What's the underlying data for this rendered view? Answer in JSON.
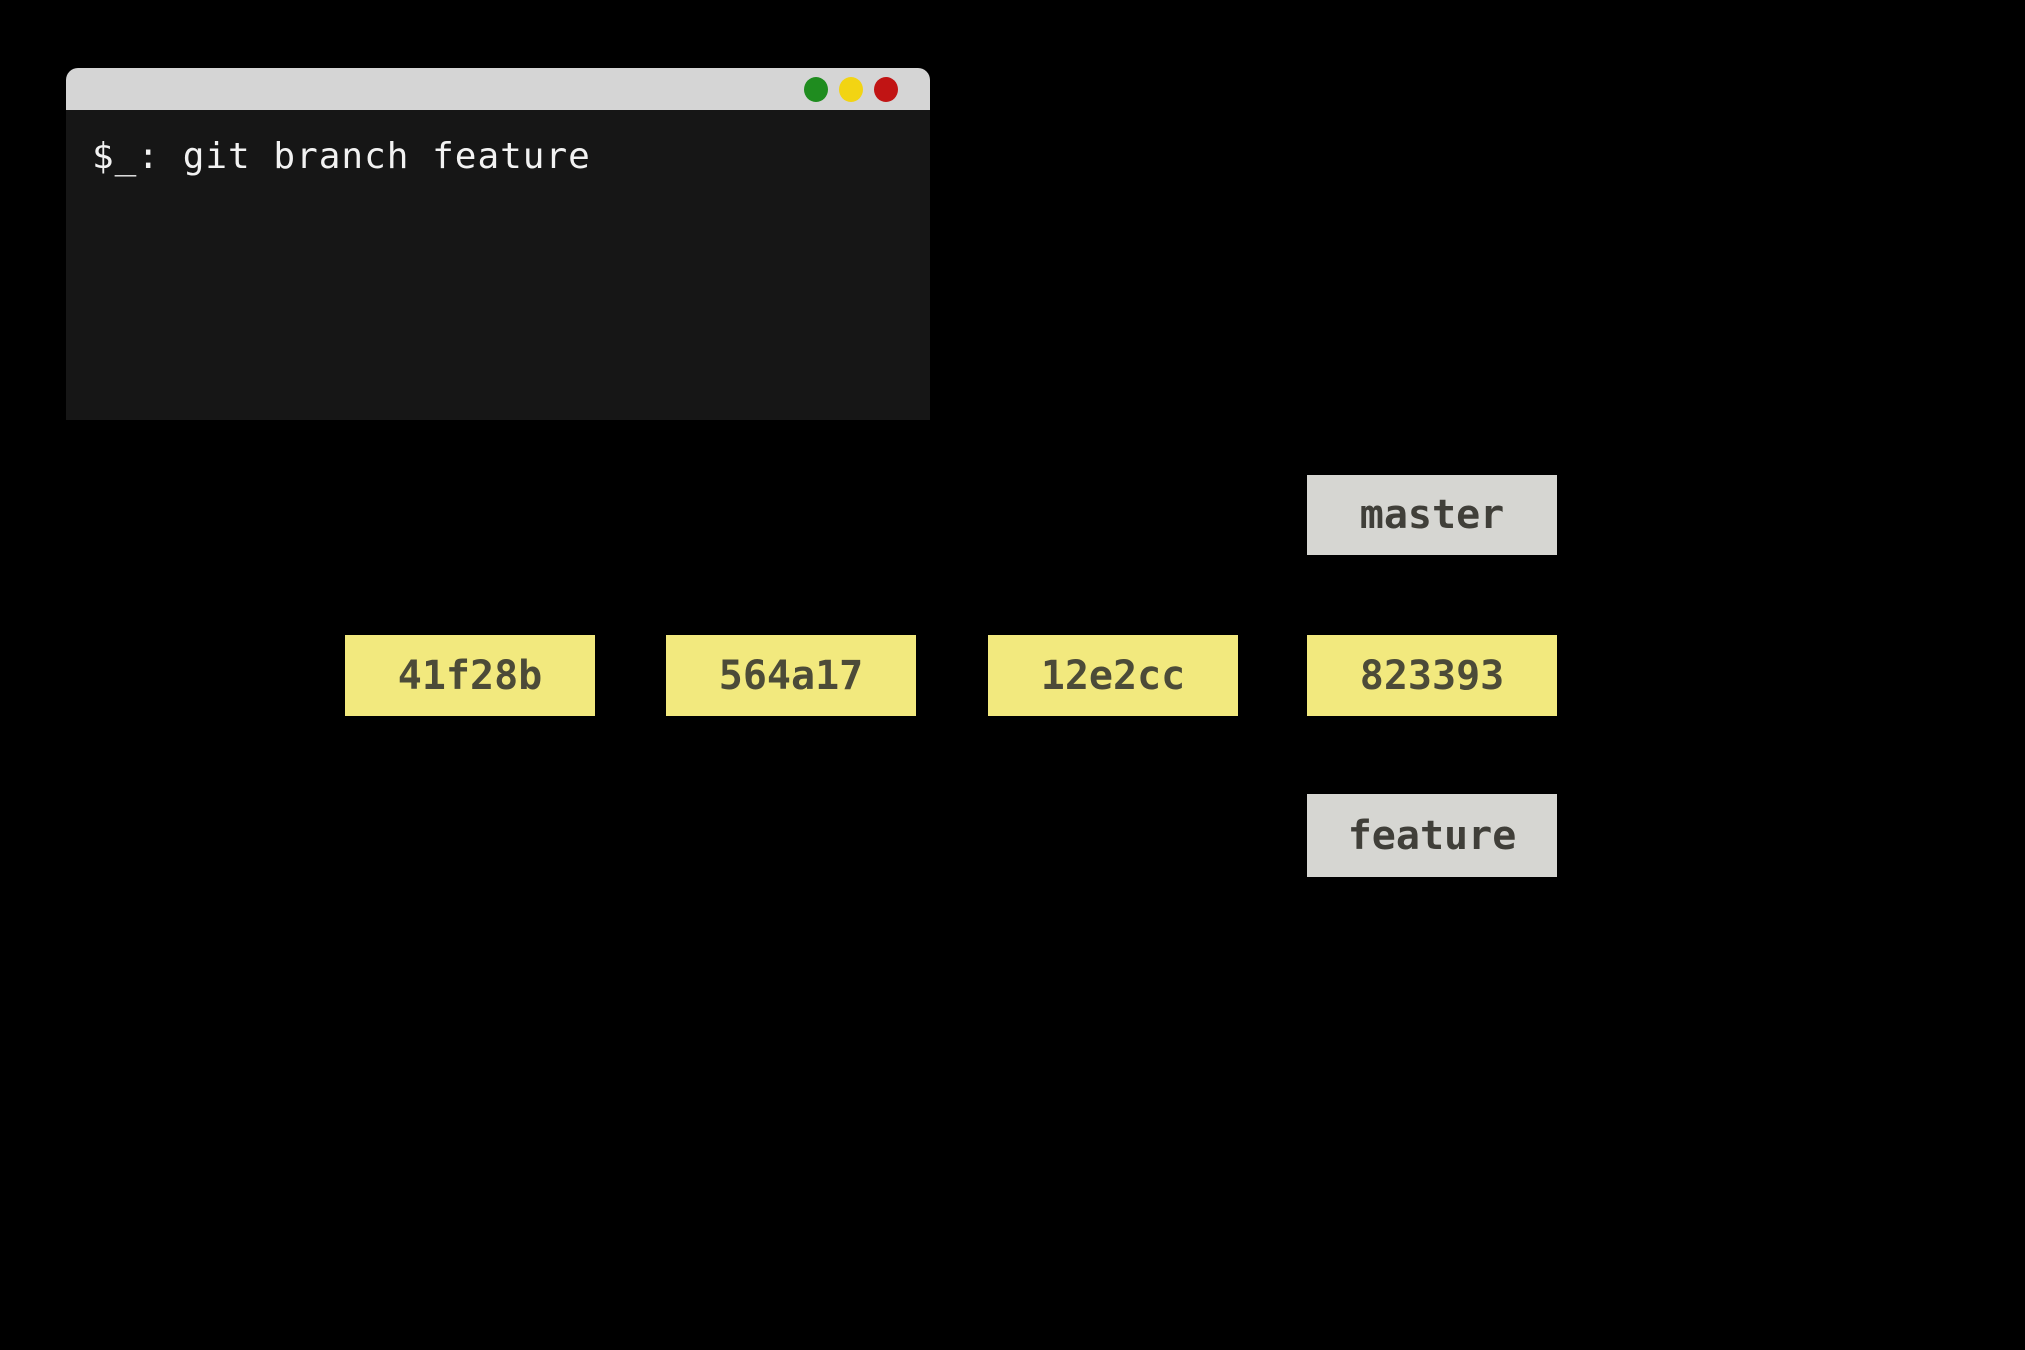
{
  "canvas": {
    "background": "#000000"
  },
  "terminal": {
    "titlebar_color": "#d5d5d5",
    "body_color": "#161616",
    "text_color": "#f2f2f2",
    "prompt_text": "$_: git branch feature",
    "traffic_lights": [
      {
        "name": "green",
        "color": "#1f8c1f"
      },
      {
        "name": "yellow",
        "color": "#f2d413"
      },
      {
        "name": "red",
        "color": "#c11414"
      }
    ]
  },
  "graph": {
    "commit_box_color": "#f2e97e",
    "commit_text_color": "#4c4b38",
    "label_box_color": "#d6d6d2",
    "label_text_color": "#403f39",
    "commits": [
      {
        "hash": "41f28b"
      },
      {
        "hash": "564a17"
      },
      {
        "hash": "12e2cc"
      },
      {
        "hash": "823393"
      }
    ],
    "branch_labels": [
      {
        "name": "master"
      },
      {
        "name": "feature"
      }
    ]
  }
}
